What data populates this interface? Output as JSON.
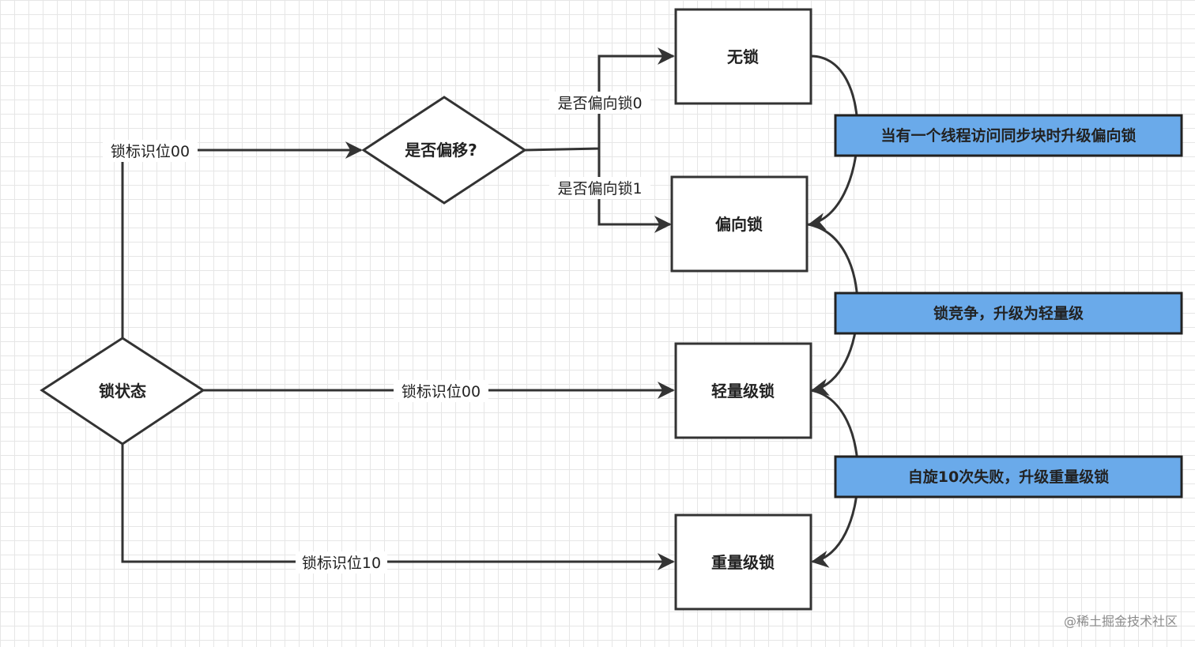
{
  "nodes": {
    "lock_state": "锁状态",
    "is_biased": "是否偏移?",
    "no_lock": "无锁",
    "biased_lock": "偏向锁",
    "lightweight_lock": "轻量级锁",
    "heavyweight_lock": "重量级锁"
  },
  "edges": {
    "to_is_biased": "锁标识位00",
    "biased_0": "是否偏向锁0",
    "biased_1": "是否偏向锁1",
    "to_lightweight": "锁标识位00",
    "to_heavyweight": "锁标识位10"
  },
  "notes": {
    "upgrade_biased": "当有一个线程访问同步块时升级偏向锁",
    "upgrade_lightweight": "锁竞争，升级为轻量级",
    "upgrade_heavyweight": "自旋10次失败，升级重量级锁"
  },
  "colors": {
    "note_fill": "#6aaaea",
    "line": "#333333"
  },
  "watermark": "@稀土掘金技术社区"
}
